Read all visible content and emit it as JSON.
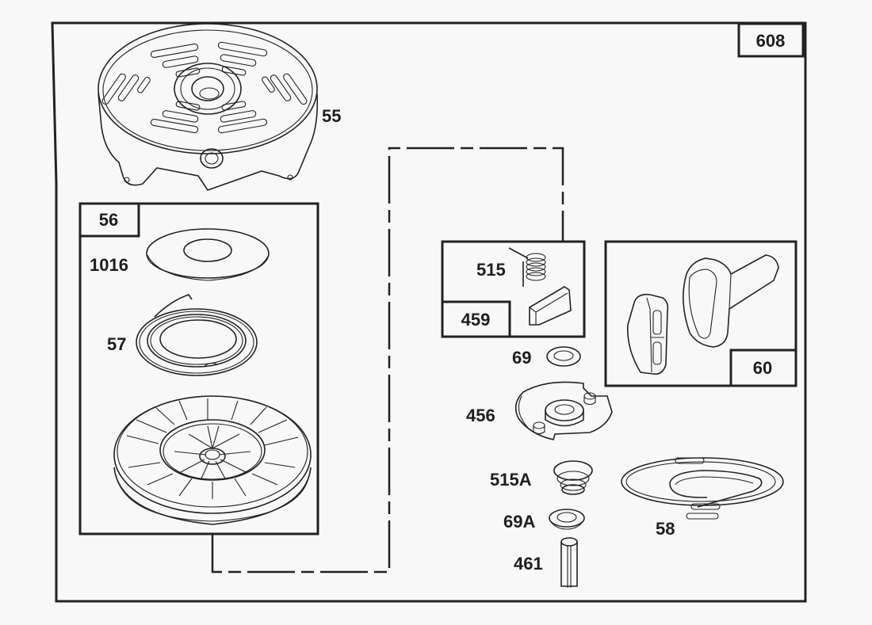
{
  "diagram": {
    "title": "Rewind starter exploded parts diagram",
    "assembly_number": "608",
    "kits": [
      {
        "id": "kit-56",
        "label": "56",
        "contains": [
          "1016",
          "57",
          "pulley"
        ]
      },
      {
        "id": "kit-459",
        "label": "459",
        "contains": [
          "515",
          "pawl"
        ]
      },
      {
        "id": "kit-60",
        "label": "60",
        "contains": [
          "handle",
          "insert"
        ]
      }
    ],
    "parts": [
      {
        "id": "55",
        "label": "55",
        "description": "starter housing"
      },
      {
        "id": "1016",
        "label": "1016",
        "description": "washer"
      },
      {
        "id": "57",
        "label": "57",
        "description": "rewind spring"
      },
      {
        "id": "515",
        "label": "515",
        "description": "pawl spring"
      },
      {
        "id": "69",
        "label": "69",
        "description": "washer"
      },
      {
        "id": "456",
        "label": "456",
        "description": "retainer"
      },
      {
        "id": "515A",
        "label": "515A",
        "description": "spring"
      },
      {
        "id": "69A",
        "label": "69A",
        "description": "washer"
      },
      {
        "id": "461",
        "label": "461",
        "description": "pin"
      },
      {
        "id": "58",
        "label": "58",
        "description": "starter rope"
      }
    ]
  }
}
